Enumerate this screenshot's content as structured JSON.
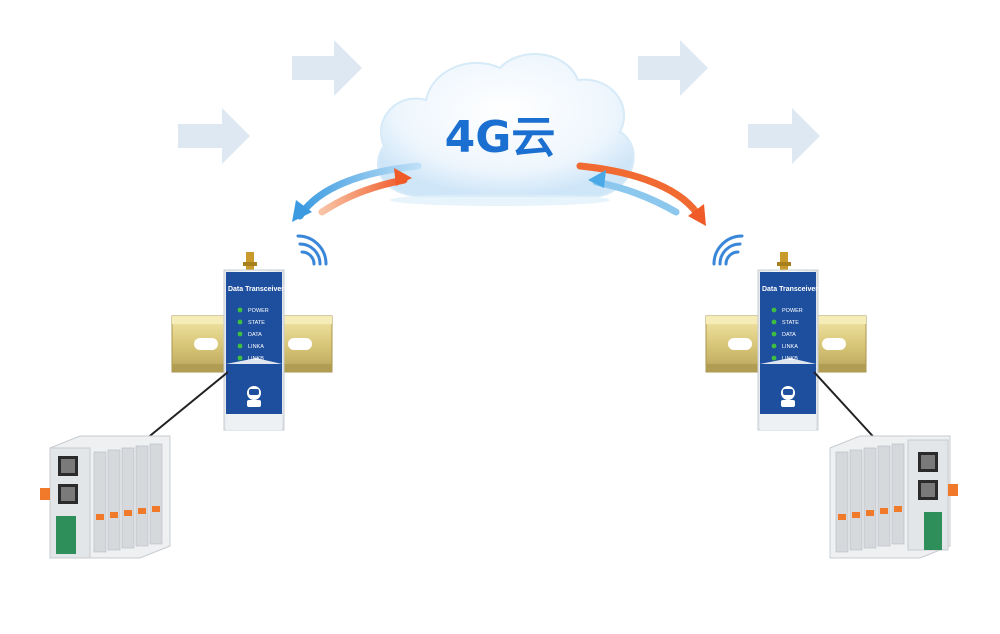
{
  "cloud": {
    "label": "4G云"
  },
  "transceivers": [
    {
      "title": "Data Transceiver",
      "leds": [
        "POWER",
        "STATE",
        "DATA",
        "LINKA",
        "LINKB"
      ]
    },
    {
      "title": "Data Transceiver",
      "leds": [
        "POWER",
        "STATE",
        "DATA",
        "LINKA",
        "LINKB"
      ]
    }
  ],
  "colors": {
    "cloud_text": "#1a6fd0",
    "arrow_blue": "#4aa8e6",
    "arrow_orange": "#f0723a",
    "device_blue": "#1e4f9e",
    "device_body": "#f4f6f8",
    "rail_gold": "#d9c77a",
    "flow_arrow": "#dde8f2",
    "wifi": "#3a86d8",
    "led_green": "#3fbf3f"
  },
  "icons": [
    "flow-arrow-icon",
    "wifi-signal-icon",
    "robot-logo-icon",
    "antenna-icon"
  ]
}
